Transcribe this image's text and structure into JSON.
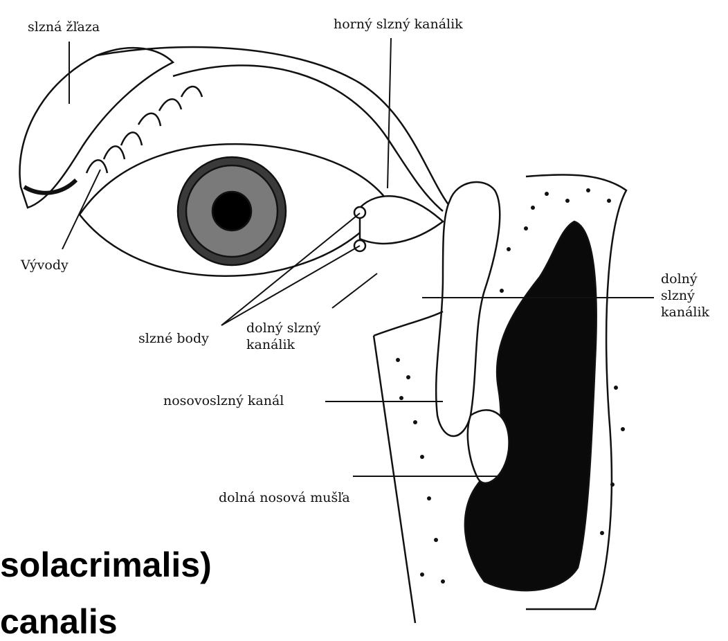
{
  "labels": {
    "lacrimal_gland": "slzná žľaza",
    "upper_canaliculus": "horný slzný kanálik",
    "ducts": "Vývody",
    "puncta": "slzné body",
    "lower_canaliculus_1": "dolný slzný",
    "lower_canaliculus_2": "kanálik",
    "right_label_1": "dolný",
    "right_label_2": "slzný",
    "right_label_3": "kanálik",
    "nasolacrimal_canal": "nosovoslzný kanál",
    "inferior_turbinate": "dolná nosová mušľa"
  },
  "overlay": {
    "line1": "solacrimalis)",
    "line2": "canalis"
  }
}
